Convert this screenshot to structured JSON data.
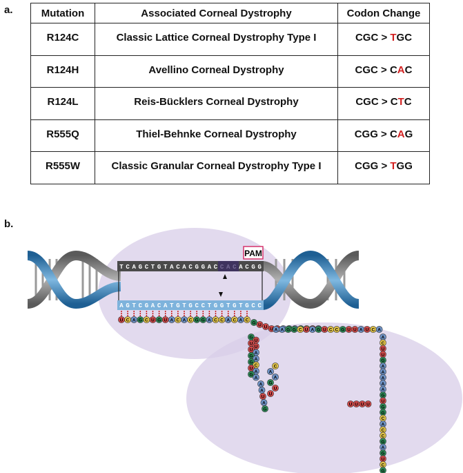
{
  "panel_a": {
    "label": "a.",
    "headers": [
      "Mutation",
      "Associated Corneal Dystrophy",
      "Codon Change"
    ],
    "rows": [
      {
        "mutation": "R124C",
        "dystrophy": "Classic Lattice Corneal Dystrophy Type I",
        "codon_from": "CGC",
        "codon_to": "TGC",
        "changed_index": 0
      },
      {
        "mutation": "R124H",
        "dystrophy": "Avellino Corneal Dystrophy",
        "codon_from": "CGC",
        "codon_to": "CAC",
        "changed_index": 1
      },
      {
        "mutation": "R124L",
        "dystrophy": "Reis-Bücklers Corneal Dystrophy",
        "codon_from": "CGC",
        "codon_to": "CTC",
        "changed_index": 1
      },
      {
        "mutation": "R555Q",
        "dystrophy": "Thiel-Behnke Corneal Dystrophy",
        "codon_from": "CGG",
        "codon_to": "CAG",
        "changed_index": 1
      },
      {
        "mutation": "R555W",
        "dystrophy": "Classic Granular Corneal Dystrophy Type I",
        "codon_from": "CGG",
        "codon_to": "TGG",
        "changed_index": 0
      }
    ],
    "codon_separator": " > "
  },
  "panel_b": {
    "label": "b.",
    "pam_label": "PAM",
    "top_strand": "TCAGCTGTACACGGACCACACGG",
    "bottom_strand": "AGTCGACATGTGCCTGGTGTGCC",
    "guide_spacer": "UCAGCUGUACACGGACCACAC",
    "guide_repeat": "GUUUUAGAGCUA",
    "guide_tail": "AAGGCUAGUCCGUUAUCA",
    "guide_stem_left": "GUUUUAGAGCUAGAAAUAGCAAGUU",
    "guide_stem_right": "ACUUGAAAAAGUGGCACCGAGUCGGUGC",
    "guide_end": "UUUU",
    "colors": {
      "A": "#6f93c7",
      "C": "#e3c54a",
      "G": "#2e8b57",
      "U": "#d24a4a",
      "ellipse": "#d8cde8",
      "helix_gray": "#8c8c8c",
      "helix_blue": "#2d7fb8",
      "pam_box": "#d6336c",
      "cut_marks": "#c91c1c"
    }
  }
}
